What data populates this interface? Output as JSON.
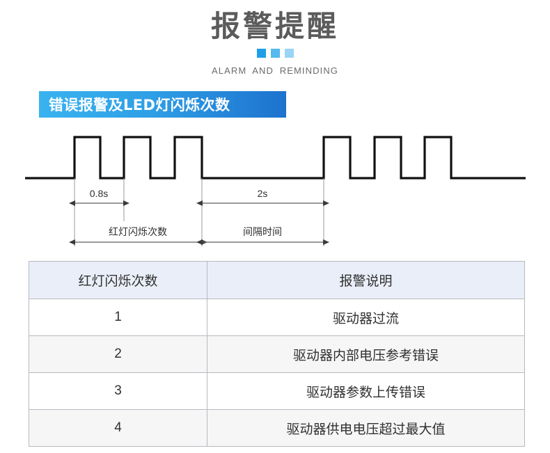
{
  "header": {
    "title": "报警提醒",
    "subtitle": "ALARM AND REMINDING",
    "squares": [
      {
        "name": "square-1",
        "color": "#1e9fe8"
      },
      {
        "name": "square-2",
        "color": "#56b9ef"
      },
      {
        "name": "square-3",
        "color": "#9ad4f6"
      }
    ]
  },
  "banner": {
    "text": "错误报警及LED灯闪烁次数",
    "gradient_from": "#39b3ef",
    "gradient_to": "#1d72cd"
  },
  "diagram": {
    "pulse_width_label": "0.8s",
    "interval_label": "2s",
    "blink_span_label": "红灯闪烁次数",
    "interval_span_label": "间隔时间",
    "line_color": "#111111",
    "dimension_color": "#6b6b6b"
  },
  "table": {
    "header_bg": "#eaeef8",
    "border_color": "#b6b9bf",
    "columns": [
      "红灯闪烁次数",
      "报警说明"
    ],
    "rows": [
      {
        "count": "1",
        "description": "驱动器过流"
      },
      {
        "count": "2",
        "description": "驱动器内部电压参考错误"
      },
      {
        "count": "3",
        "description": "驱动器参数上传错误"
      },
      {
        "count": "4",
        "description": "驱动器供电电压超过最大值"
      }
    ]
  }
}
